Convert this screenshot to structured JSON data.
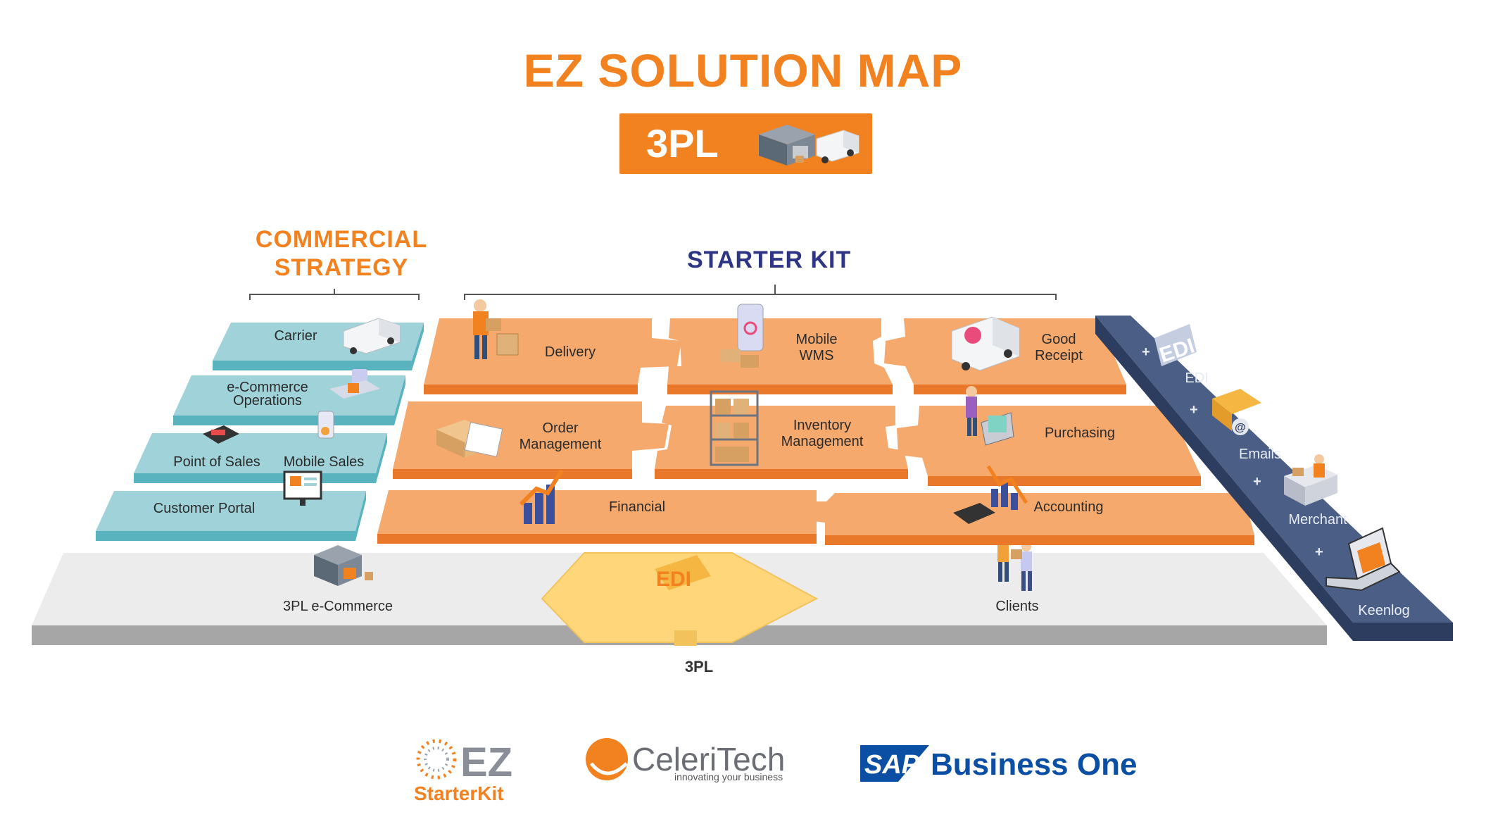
{
  "title": "EZ SOLUTION MAP",
  "badge": {
    "label": "3PL"
  },
  "sections": {
    "commercial": "COMMERCIAL STRATEGY",
    "commercial_line1": "COMMERCIAL",
    "commercial_line2": "STRATEGY",
    "starter_kit": "STARTER KIT"
  },
  "commercial_items": {
    "carrier": "Carrier",
    "ecommerce_ops_line1": "e-Commerce",
    "ecommerce_ops_line2": "Operations",
    "point_of_sales": "Point of Sales",
    "mobile_sales": "Mobile Sales",
    "customer_portal": "Customer Portal"
  },
  "starter_items": {
    "delivery": "Delivery",
    "mobile_wms_line1": "Mobile",
    "mobile_wms_line2": "WMS",
    "good_receipt_line1": "Good",
    "good_receipt_line2": "Receipt",
    "order_mgmt_line1": "Order",
    "order_mgmt_line2": "Management",
    "inventory_mgmt_line1": "Inventory",
    "inventory_mgmt_line2": "Management",
    "purchasing": "Purchasing",
    "financial": "Financial",
    "accounting": "Accounting"
  },
  "base": {
    "ecommerce_3pl": "3PL e-Commerce",
    "edi_center": "EDI",
    "clients": "Clients",
    "bottom_label": "3PL"
  },
  "addons": {
    "edi": "EDI",
    "emails": "Emails",
    "merchant": "Merchant",
    "keenlog": "Keenlog",
    "plus": "+"
  },
  "footer": {
    "ez": "EZ",
    "starterkit": "StarterKit",
    "celeritech": "CeleriTech",
    "celeritech_tagline": "innovating your business",
    "sap": "SAP",
    "business_one": "Business One"
  },
  "colors": {
    "orange": "#f28120",
    "tile_orange": "#f6a96d",
    "tile_orange_side": "#e9782a",
    "teal": "#9fd3d9",
    "teal_side": "#59b3bf",
    "navy": "#4b5e86",
    "navy_side": "#2d3d5f",
    "base_gray": "#ececec",
    "base_side": "#a6a6a6",
    "yellow": "#ffd77a",
    "starter_blue": "#2e3584",
    "sap_blue": "#0a4fa3"
  }
}
